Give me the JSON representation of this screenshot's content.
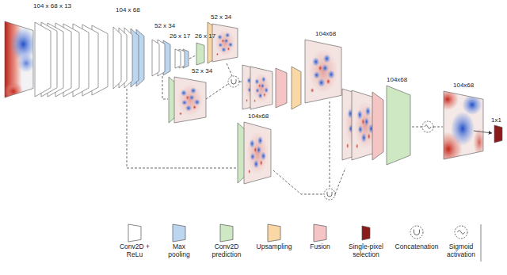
{
  "diagram": {
    "labels": [
      "104 x 68 x 13",
      "104 x 68",
      "52 x 34",
      "26 x 17",
      "26 x 17",
      "52 x 34",
      "52 x 34",
      "104x68",
      "104x68",
      "104x68",
      "104x68",
      "1x1"
    ],
    "legend": [
      {
        "text": "Conv2D + ReLu",
        "color": "#ffffff"
      },
      {
        "text": "Max pooling",
        "color": "#bcd6f0"
      },
      {
        "text": "Conv2D prediction",
        "color": "#cde8c3"
      },
      {
        "text": "Upsampling",
        "color": "#f9d8a6"
      },
      {
        "text": "Fusion",
        "color": "#f5c4c4"
      },
      {
        "text": "Single-pixel selection",
        "color": "#8b1a1a"
      },
      {
        "text": "Concatenation"
      },
      {
        "text": "Sigmoid activation"
      }
    ]
  }
}
